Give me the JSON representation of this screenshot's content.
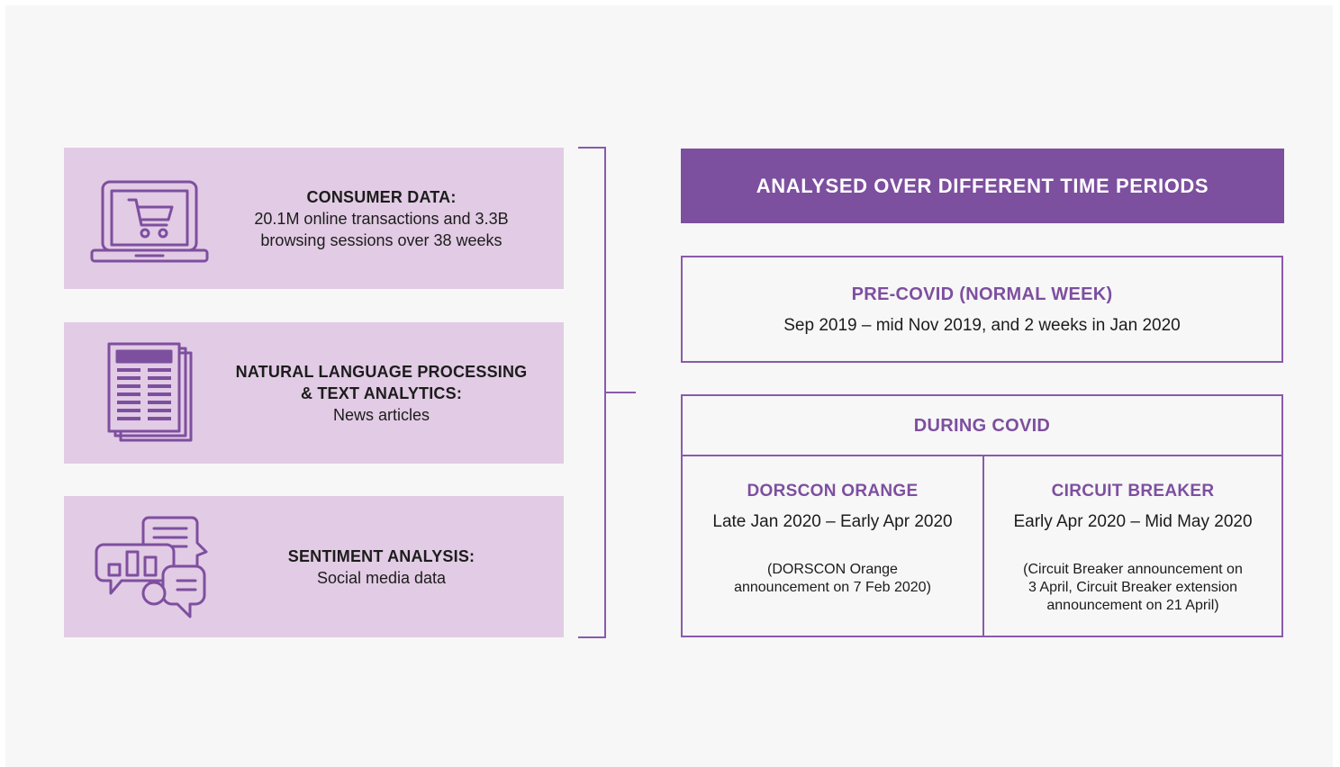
{
  "sources": [
    {
      "icon": "laptop-cart-icon",
      "title": "CONSUMER DATA:",
      "desc_lines": [
        "20.1M online transactions and 3.3B",
        "browsing sessions over 38 weeks"
      ]
    },
    {
      "icon": "newspaper-icon",
      "title_lines": [
        "NATURAL LANGUAGE PROCESSING",
        "& TEXT ANALYTICS:"
      ],
      "desc": "News articles"
    },
    {
      "icon": "chat-bubbles-chart-icon",
      "title": "SENTIMENT ANALYSIS:",
      "desc": "Social media data"
    }
  ],
  "header": "ANALYSED OVER DIFFERENT TIME PERIODS",
  "pre_covid": {
    "title": "PRE-COVID (NORMAL WEEK)",
    "desc": "Sep 2019 – mid Nov 2019, and 2 weeks in Jan 2020"
  },
  "during_covid": {
    "title": "DURING COVID",
    "periods": [
      {
        "title": "DORSCON ORANGE",
        "range": "Late Jan 2020 – Early Apr 2020",
        "note_lines": [
          "(DORSCON Orange",
          "announcement on 7 Feb 2020)"
        ]
      },
      {
        "title": "CIRCUIT BREAKER",
        "range": "Early Apr 2020 – Mid May 2020",
        "note_lines": [
          "(Circuit Breaker announcement on",
          "3 April, Circuit Breaker extension",
          "announcement on 21 April)"
        ]
      }
    ]
  },
  "colors": {
    "accent": "#7d4f9f",
    "card_bg": "#e2cbe4",
    "background": "#f7f7f7",
    "text": "#1c1c1c"
  }
}
